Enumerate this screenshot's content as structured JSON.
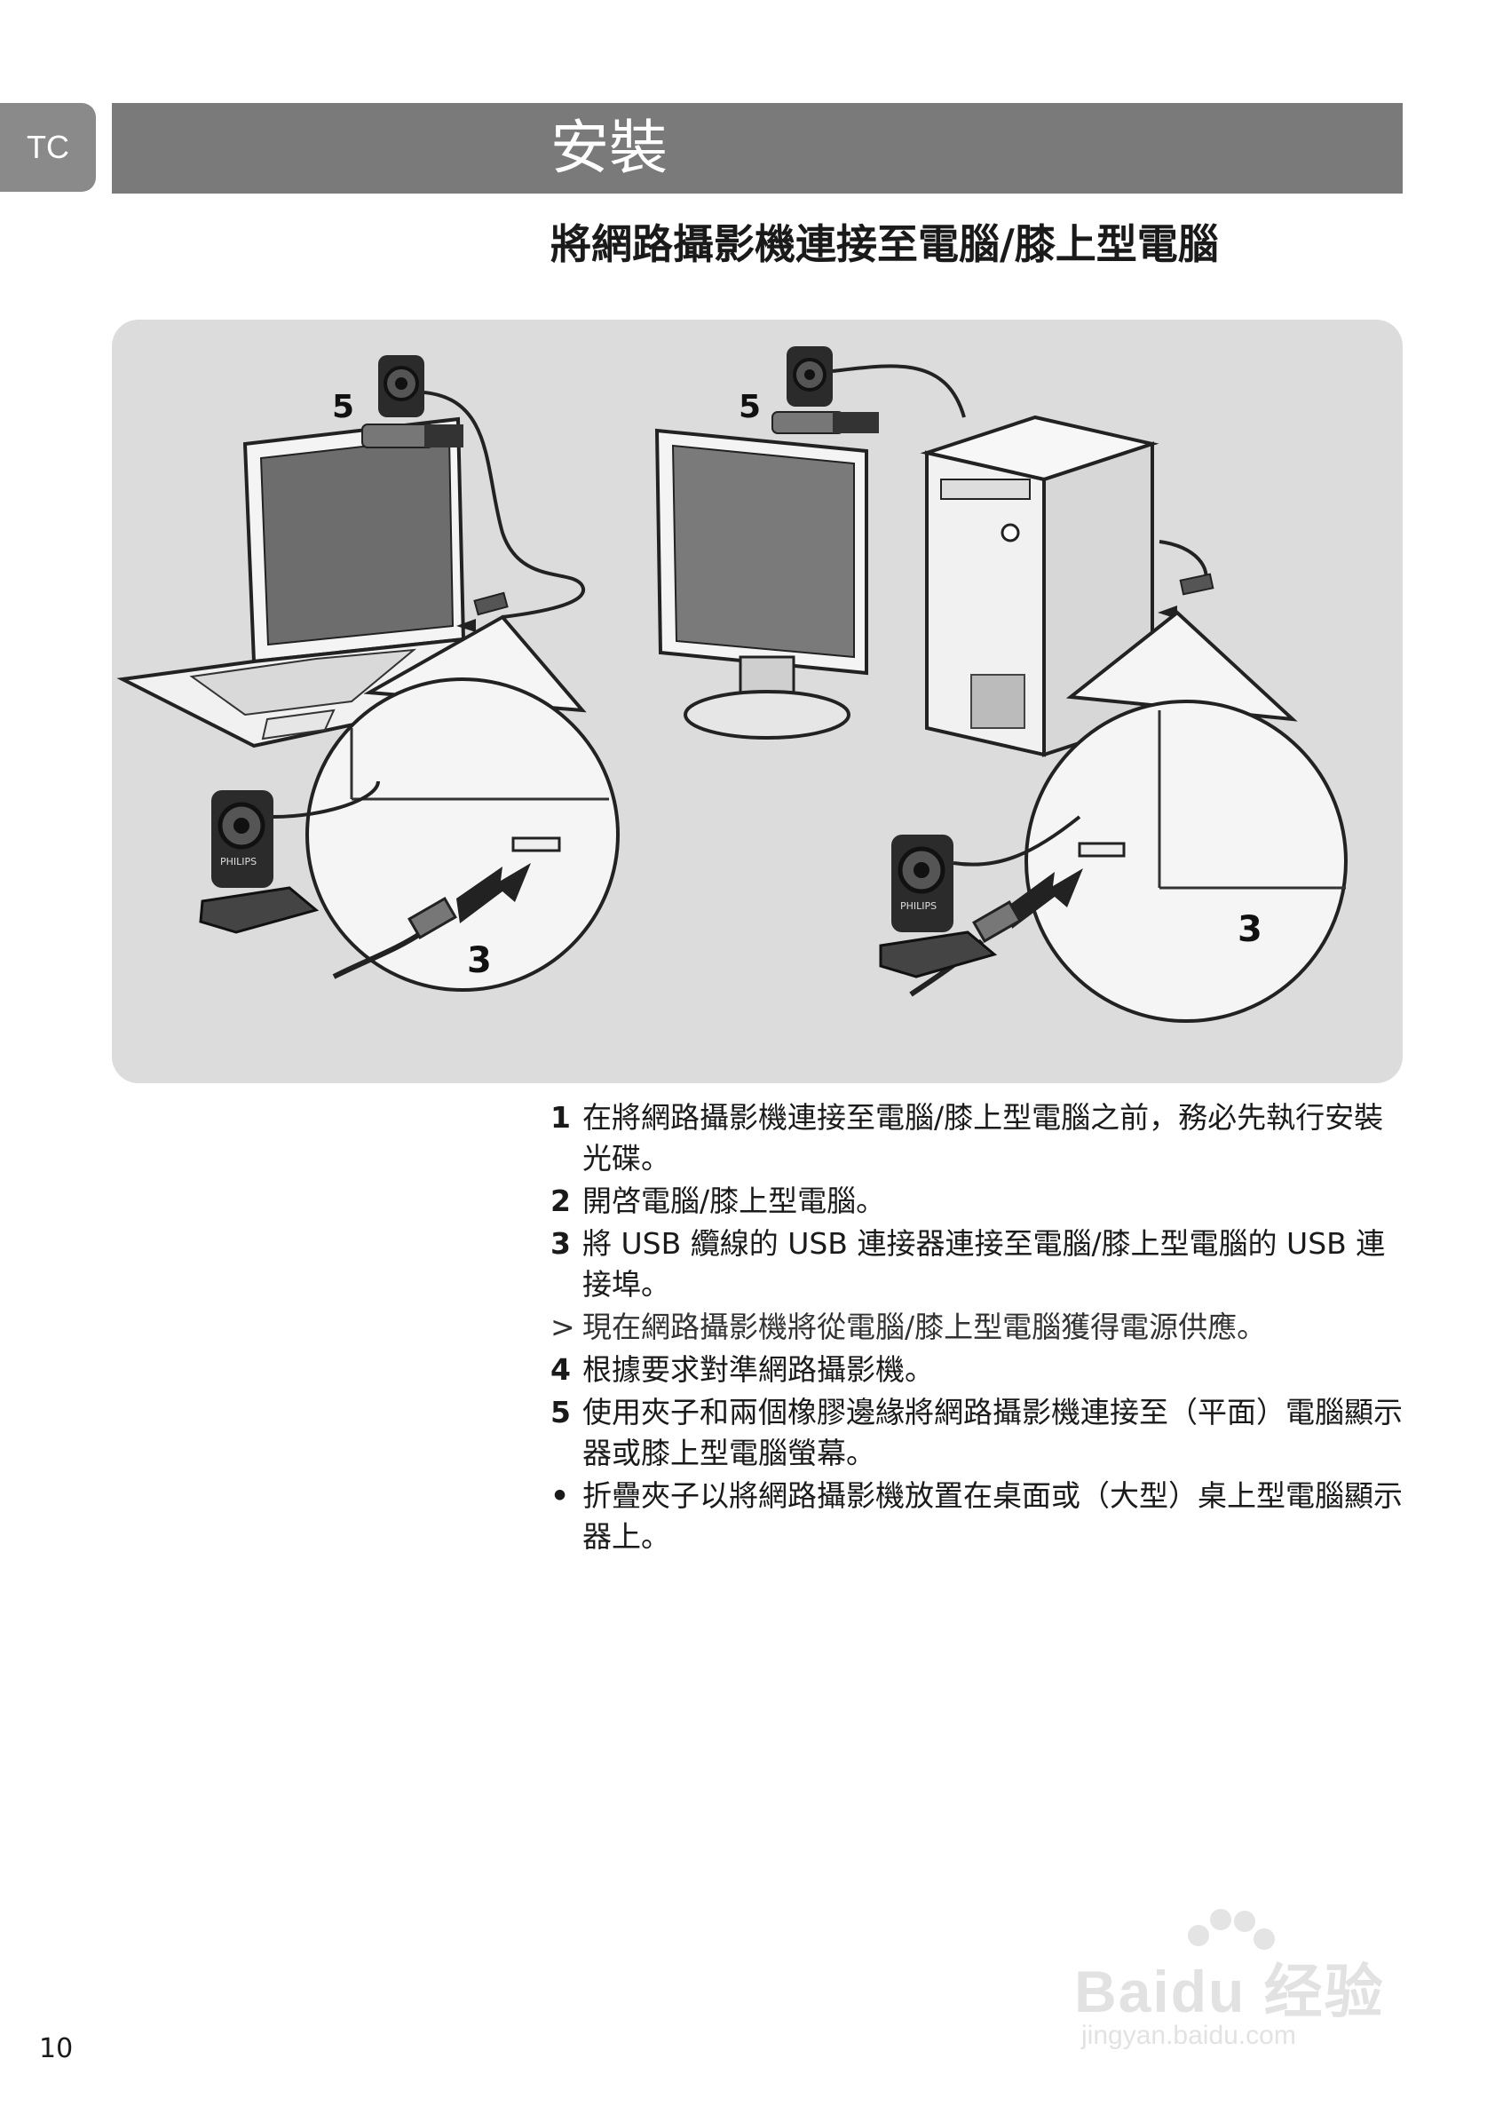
{
  "language_tab": "TC",
  "section_title": "安裝",
  "subtitle": "將網路攝影機連接至電腦/膝上型電腦",
  "figure": {
    "callout_5_left": "5",
    "callout_5_right": "5",
    "callout_3_left": "3",
    "callout_3_right": "3",
    "brand_label": "PHILIPS"
  },
  "steps": [
    {
      "marker": "1",
      "text": "在將網路攝影機連接至電腦/膝上型電腦之前，務必先執行安裝光碟。"
    },
    {
      "marker": "2",
      "text": "開啓電腦/膝上型電腦。"
    },
    {
      "marker": "3",
      "text": "將 USB 纜線的 USB 連接器連接至電腦/膝上型電腦的 USB 連接埠。"
    },
    {
      "marker": ">",
      "text": "現在網路攝影機將從電腦/膝上型電腦獲得電源供應。"
    },
    {
      "marker": "4",
      "text": "根據要求對準網路攝影機。"
    },
    {
      "marker": "5",
      "text": "使用夾子和兩個橡膠邊緣將網路攝影機連接至（平面）電腦顯示器或膝上型電腦螢幕。"
    },
    {
      "marker": "•",
      "text": "折疊夾子以將網路攝影機放置在桌面或（大型）桌上型電腦顯示器上。"
    }
  ],
  "page_number": "10",
  "watermark": {
    "main": "Baidu 经验",
    "sub": "jingyan.baidu.com"
  }
}
